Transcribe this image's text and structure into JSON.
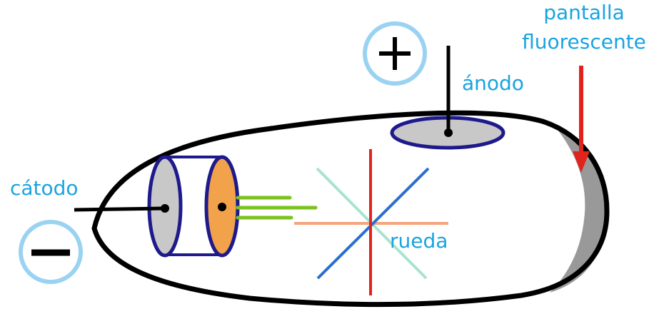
{
  "labels": {
    "screen_line1": "pantalla",
    "screen_line2": "fluorescente",
    "anode": "ánodo",
    "cathode": "cátodo",
    "wheel": "rueda"
  },
  "symbols": {
    "positive": "plus-sign",
    "negative": "minus-sign"
  },
  "colors": {
    "label_text": "#1ba3e0",
    "terminal_ring": "#9ad3f2",
    "tube_outline": "#000000",
    "screen_fill": "#999999",
    "arrow": "#e0231c",
    "electrode_outline": "#1e1a8c",
    "electrode_fill": "#c8c8c8",
    "cathode_front_fill": "#f2a24a",
    "beam": "#7cc21f",
    "wheel_vertical": "#e0231c",
    "wheel_diag_a": "#2a6fce",
    "wheel_diag_b": "#a9e3cf",
    "wheel_horizontal": "#f4a57d"
  }
}
